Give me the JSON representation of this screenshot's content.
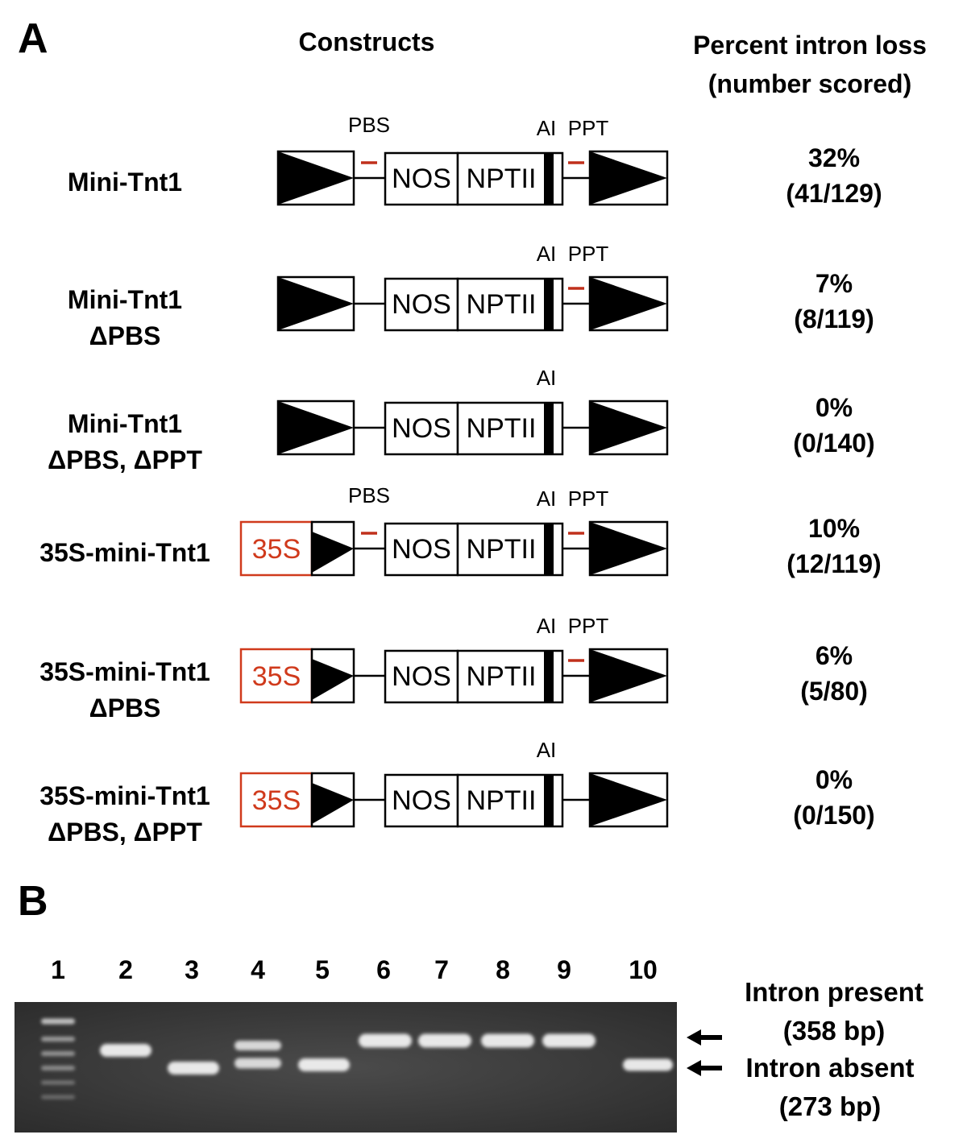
{
  "panel_a": {
    "letter": "A",
    "constructs_header": "Constructs",
    "result_header_line1": "Percent intron loss",
    "result_header_line2": "(number scored)",
    "element_labels": {
      "pbs": "PBS",
      "ai": "AI",
      "ppt": "PPT",
      "nos": "NOS",
      "nptii": "NPTII",
      "promoter": "35S"
    },
    "rows": [
      {
        "label_line1": "Mini-Tnt1",
        "label_line2": "",
        "percent": "32%",
        "scored": "(41/129)",
        "promoter_35s": false,
        "pbs": true,
        "ppt": true
      },
      {
        "label_line1": "Mini-Tnt1",
        "label_line2": "ΔPBS",
        "percent": "7%",
        "scored": "(8/119)",
        "promoter_35s": false,
        "pbs": false,
        "ppt": true
      },
      {
        "label_line1": "Mini-Tnt1",
        "label_line2": "ΔPBS, ΔPPT",
        "percent": "0%",
        "scored": "(0/140)",
        "promoter_35s": false,
        "pbs": false,
        "ppt": false
      },
      {
        "label_line1": "35S-mini-Tnt1",
        "label_line2": "",
        "percent": "10%",
        "scored": "(12/119)",
        "promoter_35s": true,
        "pbs": true,
        "ppt": true
      },
      {
        "label_line1": "35S-mini-Tnt1",
        "label_line2": "ΔPBS",
        "percent": "6%",
        "scored": "(5/80)",
        "promoter_35s": true,
        "pbs": false,
        "ppt": true
      },
      {
        "label_line1": "35S-mini-Tnt1",
        "label_line2": "ΔPBS, ΔPPT",
        "percent": "0%",
        "scored": "(0/150)",
        "promoter_35s": true,
        "pbs": false,
        "ppt": false
      }
    ]
  },
  "panel_b": {
    "letter": "B",
    "lanes": [
      "1",
      "2",
      "3",
      "4",
      "5",
      "6",
      "7",
      "8",
      "9",
      "10"
    ],
    "intron_present_line1": "Intron present",
    "intron_present_line2": "(358 bp)",
    "intron_absent_line1": "Intron absent",
    "intron_absent_line2": "(273 bp)"
  },
  "colors": {
    "promoter": "#d03a1c",
    "primer_mark": "#c0301c",
    "gel_background": "#3a3a3a",
    "band": "#f2f2f2"
  }
}
